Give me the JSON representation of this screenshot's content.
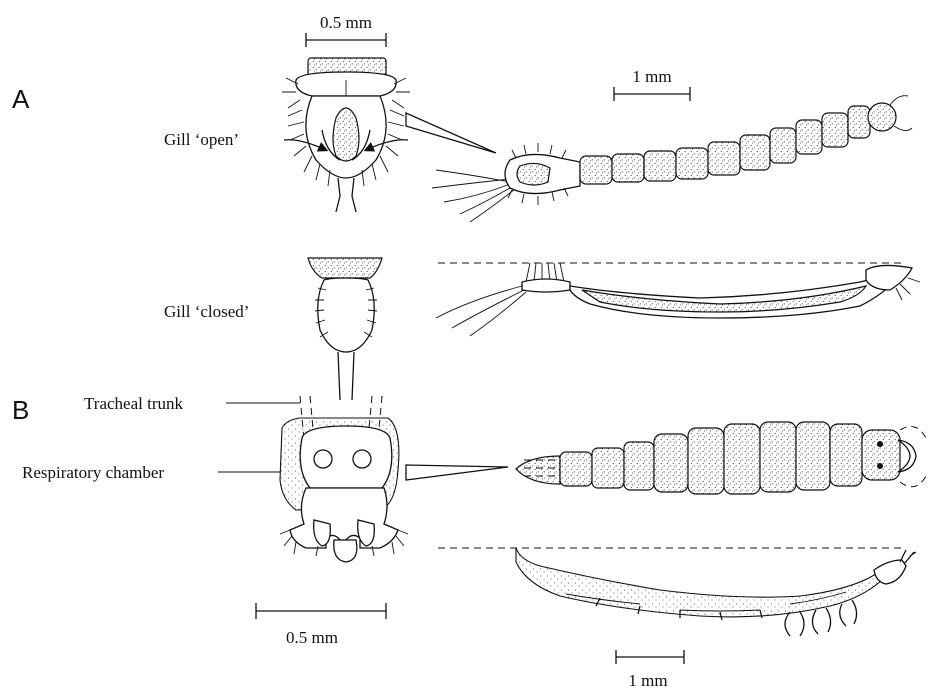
{
  "panels": {
    "a_letter": "A",
    "b_letter": "B"
  },
  "labels": {
    "gill_open": "Gill ‘open’",
    "gill_closed": "Gill ‘closed’",
    "tracheal_trunk": "Tracheal trunk",
    "respiratory_chamber": "Respiratory chamber"
  },
  "scale_bars": {
    "a_detail": "0.5 mm",
    "a_larva": "1 mm",
    "b_detail": "0.5 mm",
    "b_larva": "1 mm"
  },
  "colors": {
    "ink": "#111111",
    "background": "#ffffff"
  }
}
